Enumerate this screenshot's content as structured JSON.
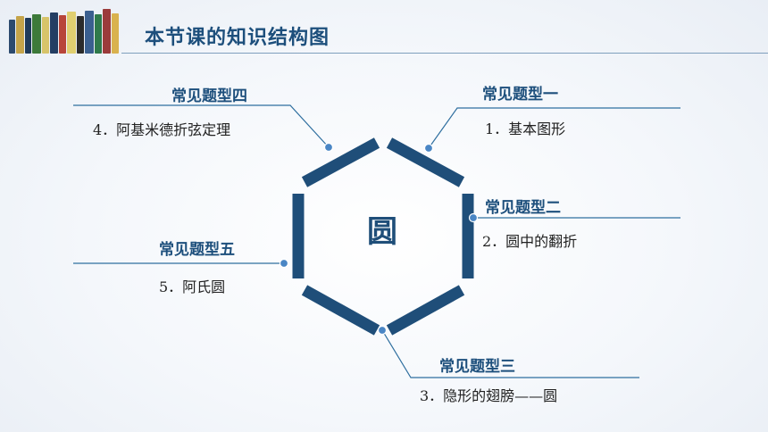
{
  "header": {
    "title": "本节课的知识结构图"
  },
  "center": {
    "label": "圆"
  },
  "types": [
    {
      "heading": "常见题型一",
      "item": "1．基本图形"
    },
    {
      "heading": "常见题型二",
      "item": "2．圆中的翻折"
    },
    {
      "heading": "常见题型三",
      "item": "3．隐形的翅膀——圆"
    },
    {
      "heading": "常见题型四",
      "item": "4．阿基米德折弦定理"
    },
    {
      "heading": "常见题型五",
      "item": "5．阿氏圆"
    }
  ],
  "colors": {
    "accent": "#1f4e79",
    "line": "#2f6f9f",
    "dot": "#4a86c5",
    "text": "#222222"
  }
}
